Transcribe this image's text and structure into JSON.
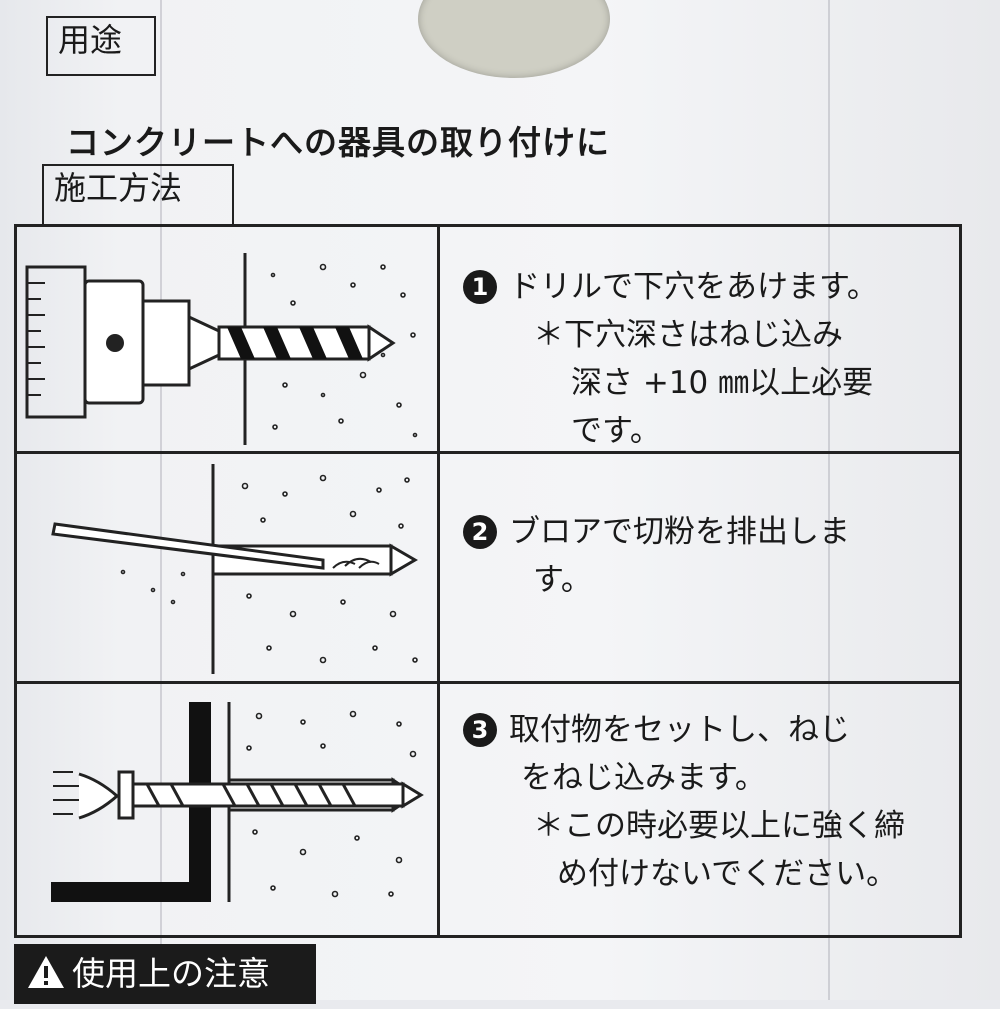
{
  "purpose": {
    "label": "用途",
    "text": "コンクリートへの器具の取り付けに"
  },
  "method": {
    "label": "施工方法"
  },
  "steps": [
    {
      "number": "1",
      "lines": [
        "ドリルで下穴をあけます。",
        "＊下穴深さはねじ込み",
        "深さ +10 ㎜以上必要",
        "です。"
      ]
    },
    {
      "number": "2",
      "lines": [
        "ブロアで切粉を排出しま",
        "す。"
      ]
    },
    {
      "number": "3",
      "lines": [
        "取付物をセットし、ねじ",
        "をねじ込みます。",
        "＊この時必要以上に強く締",
        "め付けないでください。"
      ]
    }
  ],
  "warning": {
    "label": "使用上の注意",
    "icon": "warning-triangle-icon"
  },
  "colors": {
    "ink": "#1a1a1a",
    "card": "#f2f3f5"
  }
}
